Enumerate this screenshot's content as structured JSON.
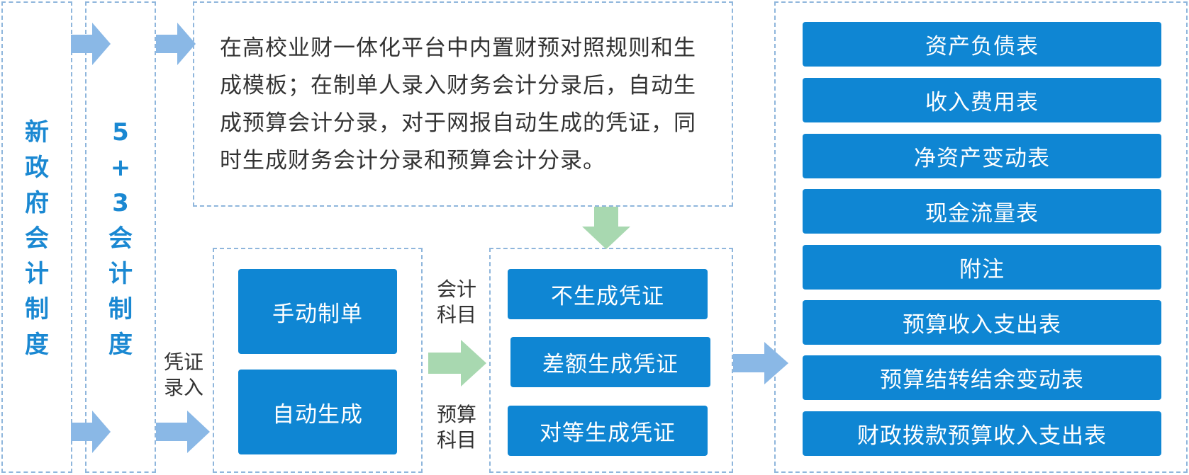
{
  "left_column": {
    "title": "新政府会计制度",
    "chars": [
      "新",
      "政",
      "府",
      "会",
      "计",
      "制",
      "度"
    ]
  },
  "second_column": {
    "title": "5+3会计制度",
    "chars": [
      "5",
      "+",
      "3",
      "会",
      "计",
      "制",
      "度"
    ]
  },
  "description": {
    "text": "在高校业财一体化平台中内置财预对照规则和生成模板；在制单人录入财务会计分录后，自动生成预算会计分录，对于网报自动生成的凭证，同时生成财务会计分录和预算会计分录。"
  },
  "entry_label": {
    "line1": "凭证",
    "line2": "录入"
  },
  "entry_methods": {
    "manual": "手动制单",
    "auto": "自动生成"
  },
  "mapping_labels": {
    "accounting": {
      "line1": "会计",
      "line2": "科目"
    },
    "budget": {
      "line1": "预算",
      "line2": "科目"
    }
  },
  "voucher_options": [
    "不生成凭证",
    "差额生成凭证",
    "对等生成凭证"
  ],
  "reports": [
    "资产负债表",
    "收入费用表",
    "净资产变动表",
    "现金流量表",
    "附注",
    "预算收入支出表",
    "预算结转结余变动表",
    "财政拨款预算收入支出表"
  ],
  "colors": {
    "box_blue": "#0f86d3",
    "title_blue": "#1a88d2",
    "arrow_blue": "#8ab8e6",
    "arrow_green": "#a8d8b0",
    "border_dashed": "#8fb6dc"
  }
}
